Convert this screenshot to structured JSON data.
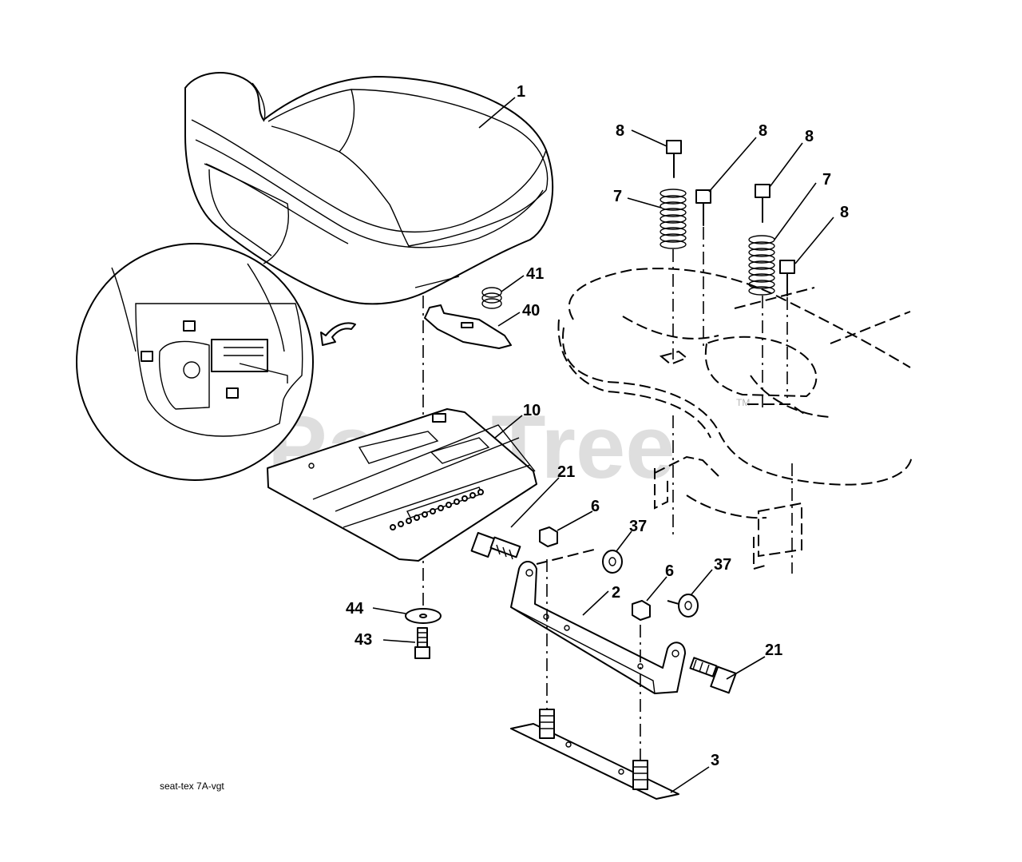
{
  "diagram": {
    "callouts": {
      "seat": "1",
      "seat_pan": "10",
      "spring_41": "41",
      "clip_40": "40",
      "bolt_8_a": "8",
      "bolt_8_b": "8",
      "bolt_8_c": "8",
      "bolt_8_d": "8",
      "spring_7_left": "7",
      "spring_7_right": "7",
      "bolt_21_left": "21",
      "bolt_21_right": "21",
      "nut_6_left": "6",
      "nut_6_right": "6",
      "nut_37_left": "37",
      "nut_37_right": "37",
      "bracket": "2",
      "base_plate": "3",
      "washer": "44",
      "screw": "43"
    },
    "caption": "seat-tex 7A-vgt",
    "watermark": "PartsTree",
    "watermark_mark": "TM"
  }
}
